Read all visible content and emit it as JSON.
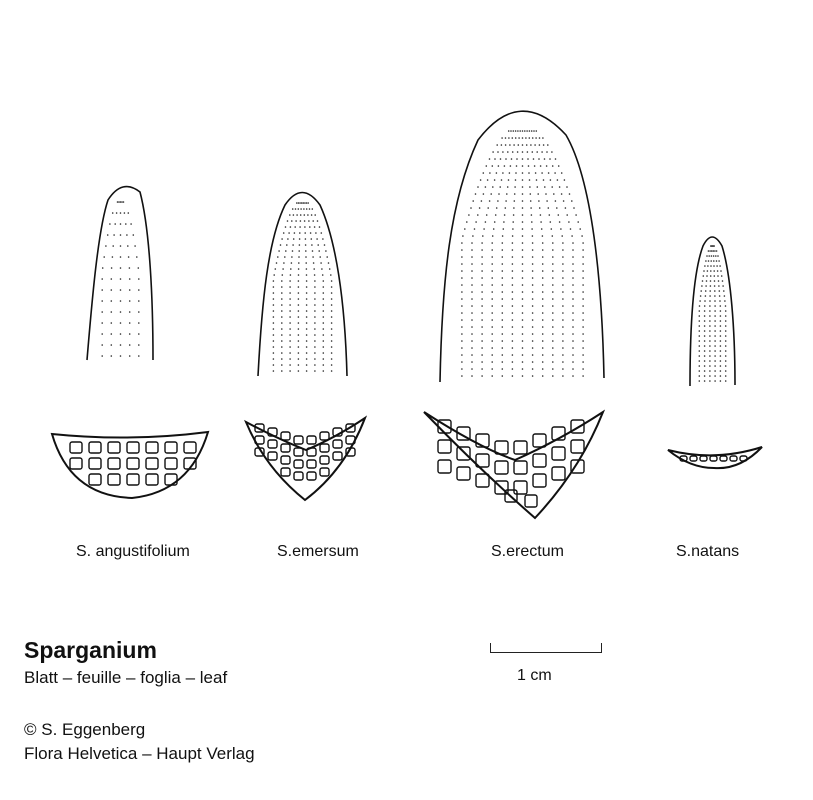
{
  "species": [
    {
      "name": "S. angustifolium"
    },
    {
      "name": "S.emersum"
    },
    {
      "name": "S.erectum"
    },
    {
      "name": "S.natans"
    }
  ],
  "title": "Sparganium",
  "subtitle": "Blatt – feuille – foglia – leaf",
  "scale_bar": {
    "label": "1 cm"
  },
  "credits": {
    "copyright": "© S. Eggenberg",
    "publisher": "Flora Helvetica – Haupt Verlag"
  },
  "colors": {
    "ink": "#111111",
    "background": "#ffffff"
  }
}
